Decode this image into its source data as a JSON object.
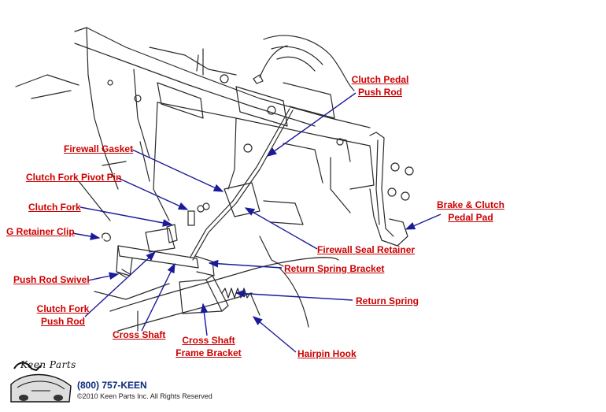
{
  "labels": {
    "clutch_pedal_push_rod": [
      "Clutch Pedal",
      "Push Rod"
    ],
    "firewall_gasket": "Firewall Gasket",
    "clutch_fork_pivot_pin": "Clutch Fork Pivot Pin",
    "clutch_fork": "Clutch Fork",
    "g_retainer_clip": "G Retainer Clip",
    "push_rod_swivel": "Push Rod Swivel",
    "clutch_fork_push_rod": [
      "Clutch Fork",
      "Push Rod"
    ],
    "cross_shaft": "Cross Shaft",
    "cross_shaft_frame_bracket": [
      "Cross Shaft",
      "Frame Bracket"
    ],
    "hairpin_hook": "Hairpin Hook",
    "return_spring": "Return Spring",
    "return_spring_bracket": "Return Spring Bracket",
    "firewall_seal_retainer": "Firewall Seal Retainer",
    "brake_clutch_pedal_pad": [
      "Brake & Clutch",
      "Pedal Pad"
    ]
  },
  "footer": {
    "logo_text": "Keen Parts",
    "phone": "(800) 757-KEEN",
    "copyright": "©2010 Keen Parts Inc. All Rights Reserved"
  },
  "colors": {
    "label": "#cc0000",
    "arrow": "#1a1a9a",
    "drawing": "#2a2a2a"
  }
}
